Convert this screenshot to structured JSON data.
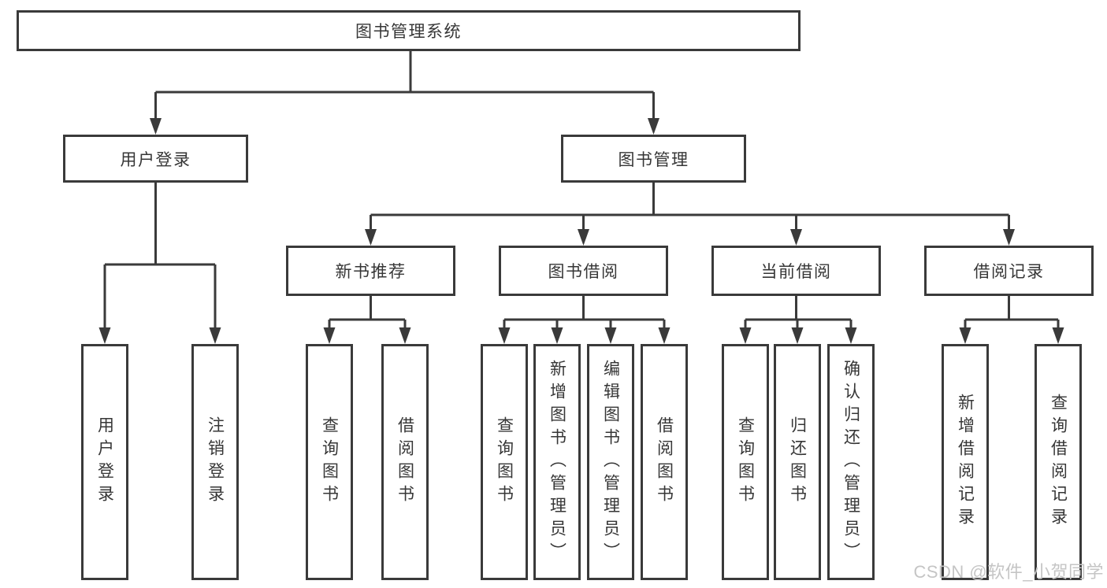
{
  "colors": {
    "line": "#3a3a3a",
    "text": "#363636",
    "background": "#ffffff",
    "watermark": "#c5c5c5"
  },
  "watermark": "CSDN @软件_小贺同学",
  "tree": {
    "label": "图书管理系统",
    "children": [
      {
        "label": "用户登录",
        "children": [
          {
            "label": "用户登录"
          },
          {
            "label": "注销登录"
          }
        ]
      },
      {
        "label": "图书管理",
        "children": [
          {
            "label": "新书推荐",
            "children": [
              {
                "label": "查询图书"
              },
              {
                "label": "借阅图书"
              }
            ]
          },
          {
            "label": "图书借阅",
            "children": [
              {
                "label": "查询图书"
              },
              {
                "label": "新增图书（管理员）"
              },
              {
                "label": "编辑图书（管理员）"
              },
              {
                "label": "借阅图书"
              }
            ]
          },
          {
            "label": "当前借阅",
            "children": [
              {
                "label": "查询图书"
              },
              {
                "label": "归还图书"
              },
              {
                "label": "确认归还（管理员）"
              }
            ]
          },
          {
            "label": "借阅记录",
            "children": [
              {
                "label": "新增借阅记录"
              },
              {
                "label": "查询借阅记录"
              }
            ]
          }
        ]
      }
    ]
  }
}
